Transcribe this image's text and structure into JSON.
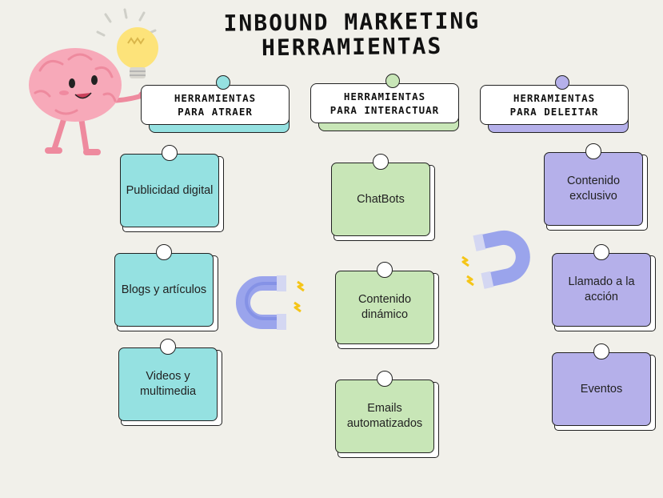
{
  "title": {
    "line1": "INBOUND MARKETING",
    "line2": "HERRAMIENTAS"
  },
  "columns": [
    {
      "header_line1": "HERRAMIENTAS",
      "header_line2": "PARA ATRAER",
      "color": "#95e1e1",
      "items": [
        "Publicidad digital",
        "Blogs y artículos",
        "Videos y multimedia"
      ]
    },
    {
      "header_line1": "HERRAMIENTAS",
      "header_line2": "PARA INTERACTUAR",
      "color": "#c8e6b7",
      "items": [
        "ChatBots",
        "Contenido dinámico",
        "Emails automatizados"
      ]
    },
    {
      "header_line1": "HERRAMIENTAS",
      "header_line2": "PARA DELEITAR",
      "color": "#b5b0ea",
      "items": [
        "Contenido exclusivo",
        "Llamado a la acción",
        "Eventos"
      ]
    }
  ],
  "decorations": {
    "mascot": "brain-with-lightbulb-icon",
    "magnets": "magnet-icon"
  }
}
